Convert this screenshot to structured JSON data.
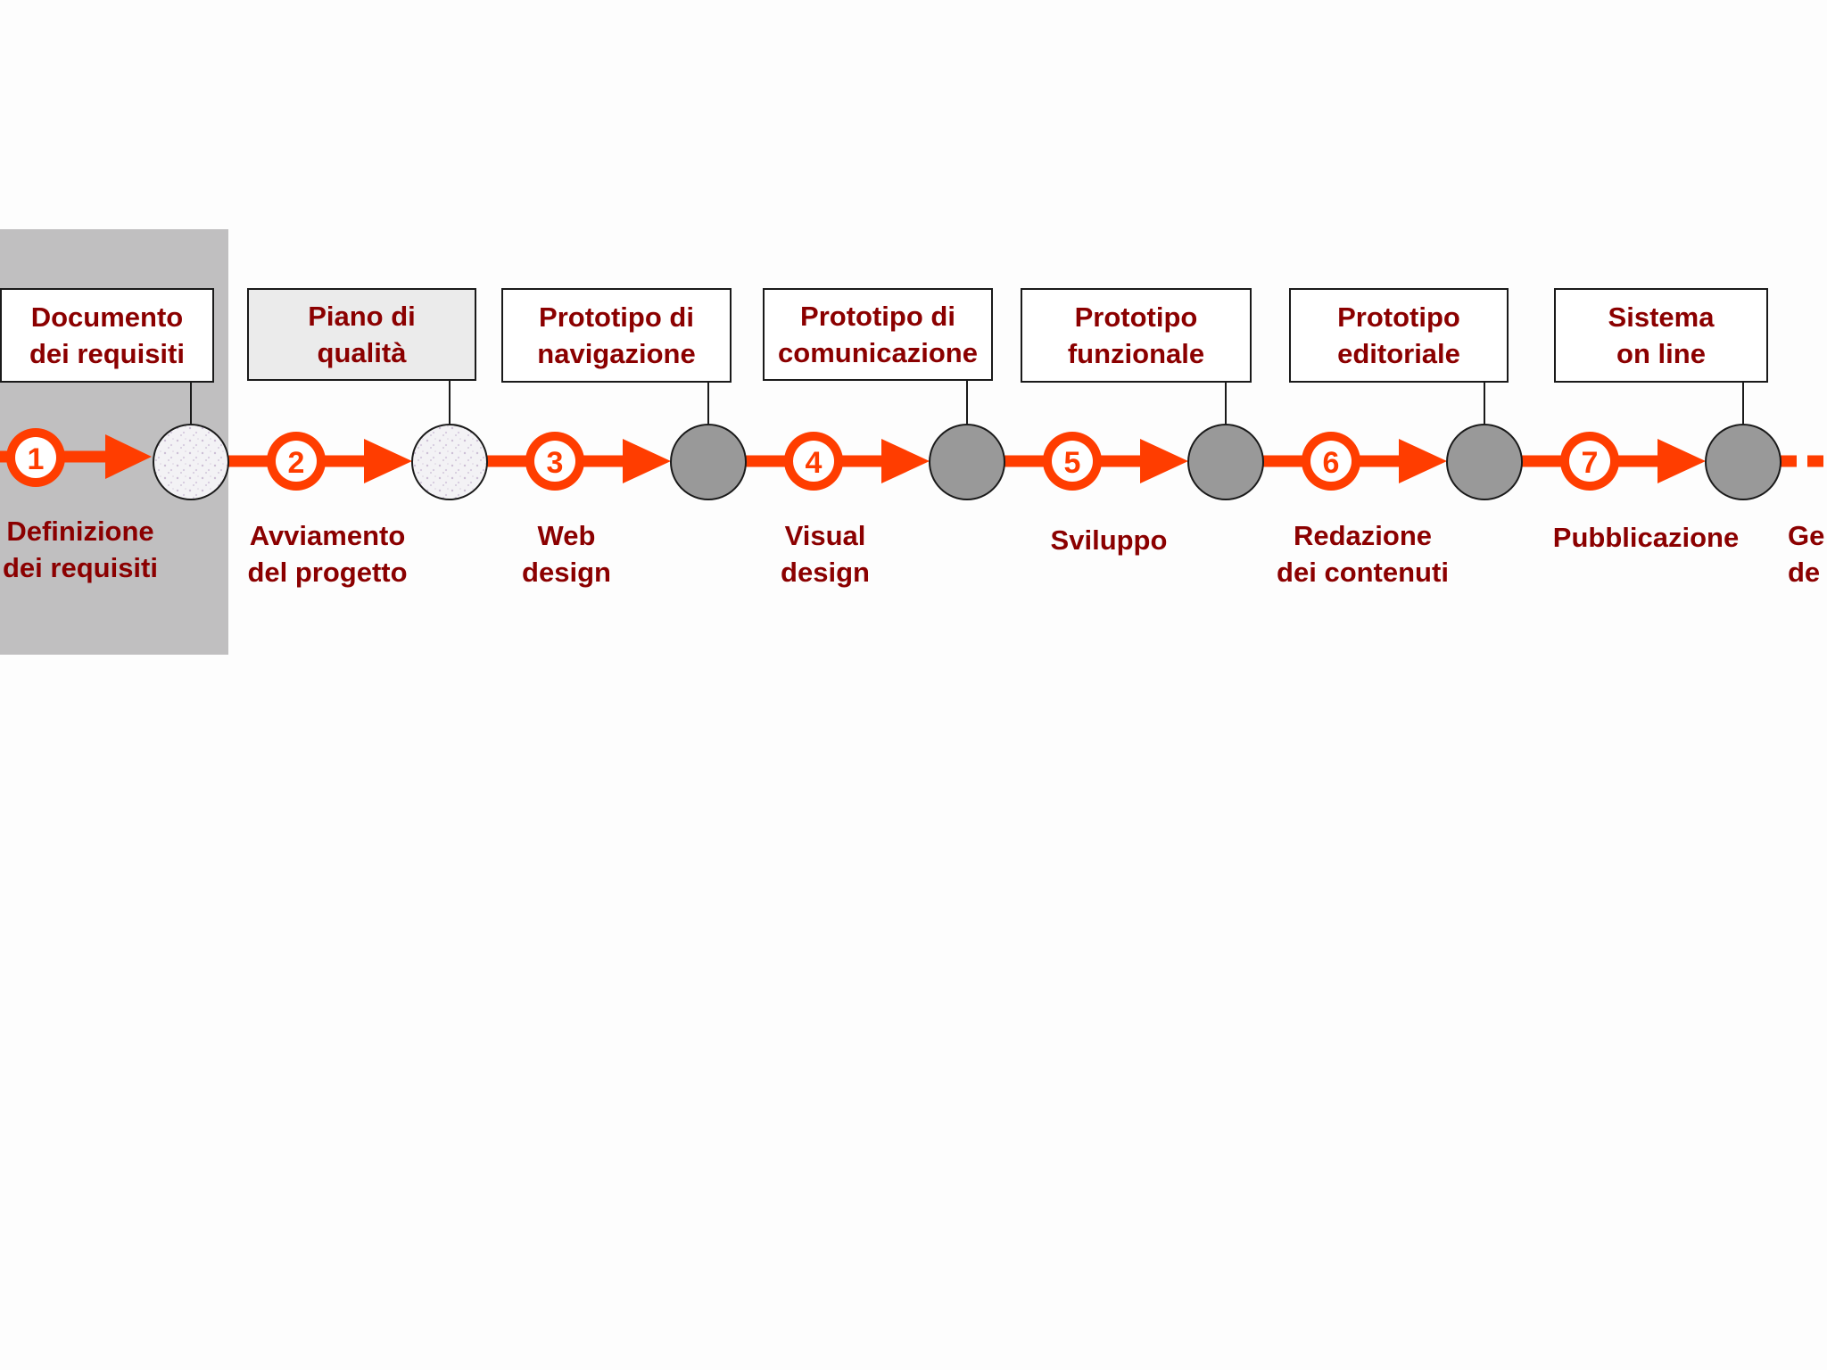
{
  "colors": {
    "arrow": "#ff3d00",
    "text": "#8b0000",
    "milestone_done": "#f2f1f4",
    "milestone_pending": "#999999",
    "highlight": "#c0bfc0"
  },
  "steps": [
    {
      "number": "1",
      "phase": "Definizione\ndei requisiti",
      "deliverable": "Documento\ndei requisiti"
    },
    {
      "number": "2",
      "phase": "Avviamento\ndel progetto",
      "deliverable": "Piano di\nqualità"
    },
    {
      "number": "3",
      "phase": "Web\ndesign",
      "deliverable": "Prototipo di\nnavigazione"
    },
    {
      "number": "4",
      "phase": "Visual\ndesign",
      "deliverable": "Prototipo di\ncomunicazione"
    },
    {
      "number": "5",
      "phase": "Sviluppo",
      "deliverable": "Prototipo\nfunzionale"
    },
    {
      "number": "6",
      "phase": "Redazione\ndei contenuti",
      "deliverable": "Prototipo\neditoriale"
    },
    {
      "number": "7",
      "phase": "Pubblicazione",
      "deliverable": "Sistema\non line"
    },
    {
      "number": "",
      "phase": "Ge\nde",
      "deliverable": ""
    }
  ]
}
